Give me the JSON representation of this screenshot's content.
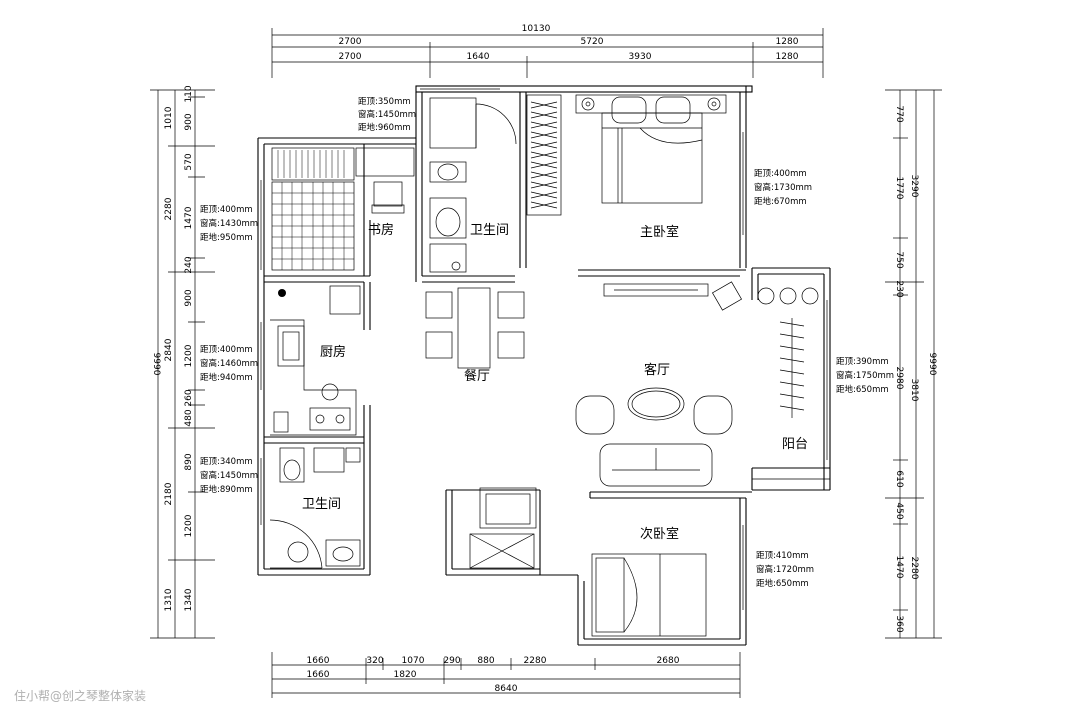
{
  "top_dims": {
    "overall": "10130",
    "row1": [
      "2700",
      "5720",
      "1280"
    ],
    "row2": [
      "2700",
      "1640",
      "3930",
      "1280"
    ]
  },
  "bottom_dims": {
    "row1": [
      "1660",
      "320",
      "1070",
      "290",
      "880",
      "2280",
      "2680"
    ],
    "row2": [
      "1660",
      "1820"
    ],
    "overall": "8640"
  },
  "left_dims": {
    "outer": [
      "1010",
      "2280",
      "2840",
      "2180",
      "1310"
    ],
    "inner": [
      "110",
      "900",
      "570",
      "1470",
      "240",
      "900",
      "1200",
      "260",
      "480",
      "890",
      "1200",
      "1340"
    ],
    "overall": "9990"
  },
  "right_dims": {
    "inner": [
      "770",
      "1770",
      "750",
      "230",
      "2980",
      "610",
      "450",
      "1470",
      "360"
    ],
    "mid": [
      "3290",
      "3810",
      "2280"
    ],
    "overall": "9990"
  },
  "rooms": {
    "study": "书房",
    "bathroom1": "卫生间",
    "master_bedroom": "主卧室",
    "kitchen": "厨房",
    "dining": "餐厅",
    "living": "客厅",
    "balcony": "阳台",
    "bathroom2": "卫生间",
    "second_bedroom": "次卧室"
  },
  "window_notes": {
    "top_window": [
      "距顶:350mm",
      "窗高:1450mm",
      "距地:960mm"
    ],
    "study_window": [
      "距顶:400mm",
      "窗高:1430mm",
      "距地:950mm"
    ],
    "kitchen_window": [
      "距顶:400mm",
      "窗高:1460mm",
      "距地:940mm"
    ],
    "bath2_window": [
      "距顶:340mm",
      "窗高:1450mm",
      "距地:890mm"
    ],
    "master_window": [
      "距顶:400mm",
      "窗高:1730mm",
      "距地:670mm"
    ],
    "balcony_window": [
      "距顶:390mm",
      "窗高:1750mm",
      "距地:650mm"
    ],
    "second_window": [
      "距顶:410mm",
      "窗高:1720mm",
      "距地:650mm"
    ]
  },
  "watermark": "住小帮@创之琴整体家装"
}
